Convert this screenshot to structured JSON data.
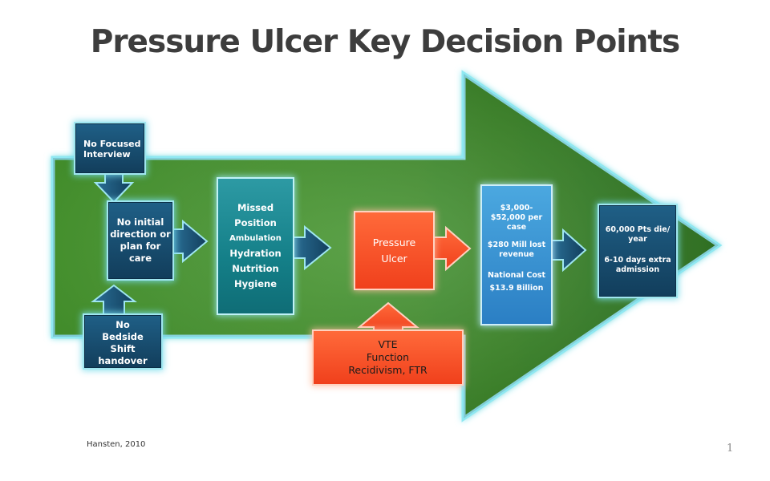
{
  "title": "Pressure Ulcer Key Decision Points",
  "boxes": {
    "no_focused_interview": [
      "No Focused",
      "Interview"
    ],
    "no_initial_direction": [
      "No initial",
      "direction or",
      "plan for care"
    ],
    "no_bedside_handover": [
      "No",
      "Bedside",
      "Shift handover"
    ],
    "missed_items": [
      "Missed",
      "Position",
      "Ambulation",
      "Hydration",
      "Nutrition",
      "Hygiene"
    ],
    "pressure_ulcer": [
      "Pressure",
      "Ulcer"
    ],
    "vte_function": [
      "VTE",
      "Function",
      "Recidivism, FTR"
    ],
    "costs": [
      "$3,000-",
      "$52,000 per",
      "case",
      "$280 Mill lost",
      "revenue",
      "National Cost",
      "$13.9 Billion"
    ],
    "deaths": [
      "60,000 Pts die/",
      "year",
      "6-10 days extra",
      "admission"
    ]
  },
  "citation": "Hansten, 2010",
  "page_number": "1",
  "colors": {
    "arrow_green": "#3f8f2a",
    "arrow_glow": "#7fe3ef",
    "dark_box": "#173f5c",
    "teal_box": "#1a848c",
    "red_box": "#f24a22",
    "blue_box": "#3a90d4",
    "title": "#3d3d3d"
  }
}
